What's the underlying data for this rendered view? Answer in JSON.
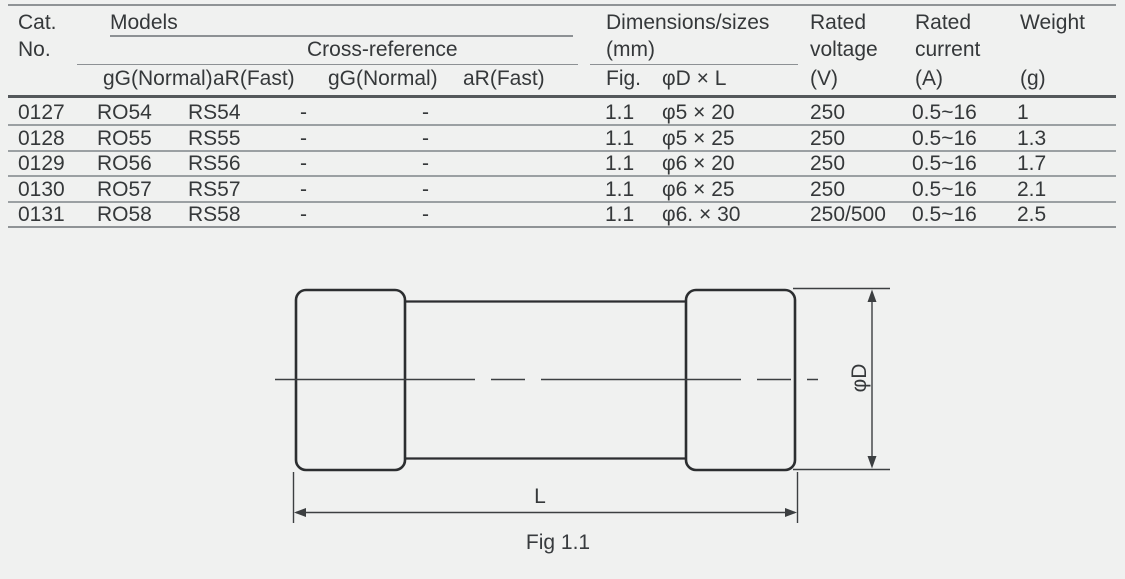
{
  "colors": {
    "background": "#f0f1f0",
    "text": "#35383a",
    "drawing_line": "#2c2e30",
    "dimension_line": "#3c3f41",
    "grid_light": "#9ba0a3",
    "grid_medium": "#8f9396",
    "grid_dark": "#54585b"
  },
  "table": {
    "header": {
      "cat": "Cat.",
      "no": "No.",
      "models": "Models",
      "cross_reference": "Cross-reference",
      "dimensions": "Dimensions/sizes",
      "dimensions_unit": "(mm)",
      "rated_voltage_1": "Rated",
      "rated_voltage_2": "voltage",
      "rated_voltage_unit": "(V)",
      "rated_current_1": "Rated",
      "rated_current_2": "current",
      "rated_current_unit": "(A)",
      "weight": "Weight",
      "weight_unit": "(g)",
      "sub": {
        "models_gg": "gG(Normal)",
        "models_ar": "aR(Fast)",
        "cross_gg": "gG(Normal)",
        "cross_ar": "aR(Fast)",
        "fig": "Fig.",
        "d_x_l": "φD × L"
      }
    },
    "rows": [
      {
        "cells": [
          "0127",
          "RO54",
          "RS54",
          "-",
          "-",
          "1.1",
          "φ5 × 20",
          "250",
          "0.5~16",
          "1"
        ]
      },
      {
        "cells": [
          "0128",
          "RO55",
          "RS55",
          "-",
          "-",
          "1.1",
          "φ5 × 25",
          "250",
          "0.5~16",
          "1.3"
        ]
      },
      {
        "cells": [
          "0129",
          "RO56",
          "RS56",
          "-",
          "-",
          "1.1",
          "φ6 × 20",
          "250",
          "0.5~16",
          "1.7"
        ]
      },
      {
        "cells": [
          "0130",
          "RO57",
          "RS57",
          "-",
          "-",
          "1.1",
          "φ6 × 25",
          "250",
          "0.5~16",
          "2.1"
        ]
      },
      {
        "cells": [
          "0131",
          "RO58",
          "RS58",
          "-",
          "-",
          "1.1",
          "φ6. × 30",
          "250/500",
          "0.5~16",
          "2.5"
        ]
      }
    ]
  },
  "figure": {
    "caption": "Fig 1.1",
    "diameter_label": "φD",
    "length_label": "L"
  }
}
